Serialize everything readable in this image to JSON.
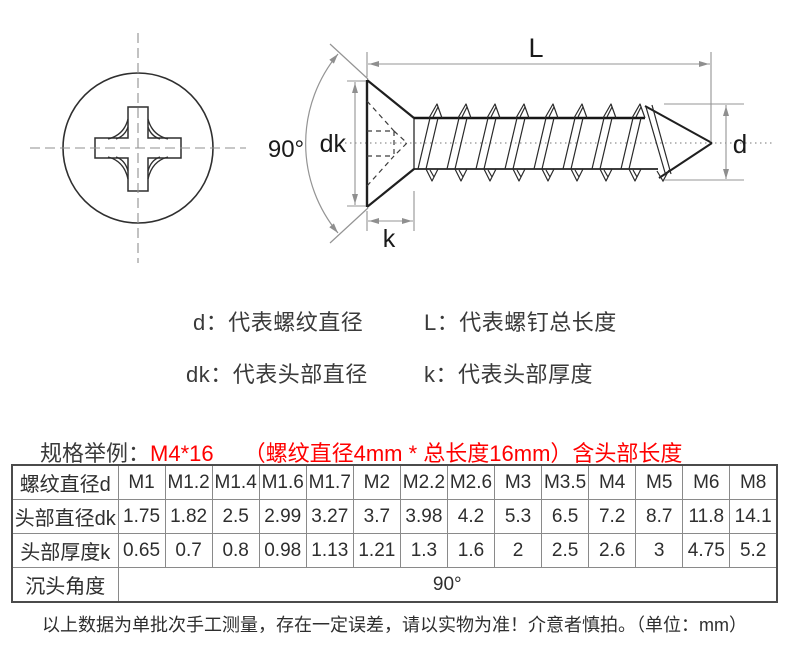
{
  "drawing": {
    "labels": {
      "total_length": "L",
      "thread_diameter": "d",
      "head_diameter": "dk",
      "head_thickness": "k",
      "countersink_angle": "90°"
    }
  },
  "legend": {
    "items": [
      {
        "text": "d：代表螺纹直径"
      },
      {
        "text": "L：代表螺钉总长度"
      },
      {
        "text": "dk：代表头部直径"
      },
      {
        "text": "k：代表头部厚度"
      }
    ]
  },
  "spec_example": {
    "prefix": "规格举例：",
    "code": "M4*16",
    "detail": "（螺纹直径4mm * 总长度16mm）含头部长度",
    "accent_color": "#ff0000"
  },
  "table": {
    "rows": [
      {
        "label": "螺纹直径d",
        "values": [
          "M1",
          "M1.2",
          "M1.4",
          "M1.6",
          "M1.7",
          "M2",
          "M2.2",
          "M2.6",
          "M3",
          "M3.5",
          "M4",
          "M5",
          "M6",
          "M8"
        ]
      },
      {
        "label": "头部直径dk",
        "values": [
          "1.75",
          "1.82",
          "2.5",
          "2.99",
          "3.27",
          "3.7",
          "3.98",
          "4.2",
          "5.3",
          "6.5",
          "7.2",
          "8.7",
          "11.8",
          "14.1"
        ]
      },
      {
        "label": "头部厚度k",
        "values": [
          "0.65",
          "0.7",
          "0.8",
          "0.98",
          "1.13",
          "1.21",
          "1.3",
          "1.6",
          "2",
          "2.5",
          "2.6",
          "3",
          "4.75",
          "5.2"
        ]
      },
      {
        "label": "沉头角度",
        "merged_value": "90°"
      }
    ]
  },
  "footnote": "以上数据为单批次手工测量，存在一定误差，请以实物为准！介意者慎拍。（单位：mm）"
}
